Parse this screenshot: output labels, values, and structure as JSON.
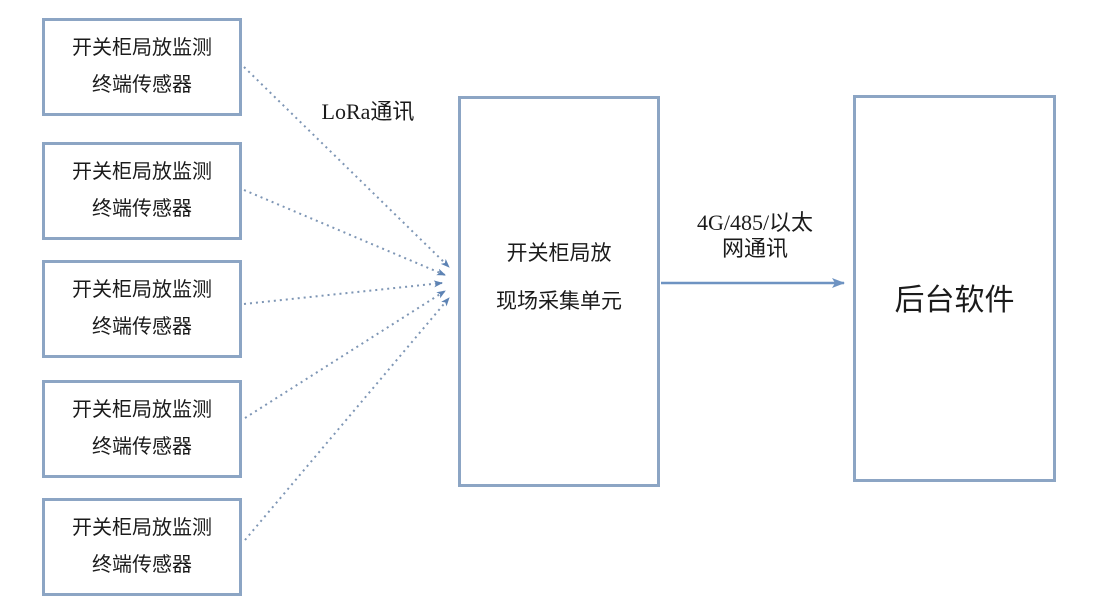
{
  "diagram": {
    "sensors": [
      {
        "line1": "开关柜局放监测",
        "line2": "终端传感器"
      },
      {
        "line1": "开关柜局放监测",
        "line2": "终端传感器"
      },
      {
        "line1": "开关柜局放监测",
        "line2": "终端传感器"
      },
      {
        "line1": "开关柜局放监测",
        "line2": "终端传感器"
      },
      {
        "line1": "开关柜局放监测",
        "line2": "终端传感器"
      }
    ],
    "collector": {
      "line1": "开关柜局放",
      "line2": "现场采集单元"
    },
    "backend": {
      "label": "后台软件"
    },
    "labels": {
      "lora": "LoRa通讯",
      "wan_line1": "4G/485/以太",
      "wan_line2": "网通讯"
    },
    "colors": {
      "box_border": "#8CA5C4",
      "dotted_line": "#7E96B5",
      "arrow": "#6E93C2",
      "arrowhead": "#5D83B4",
      "text": "#1B1B1B"
    }
  }
}
